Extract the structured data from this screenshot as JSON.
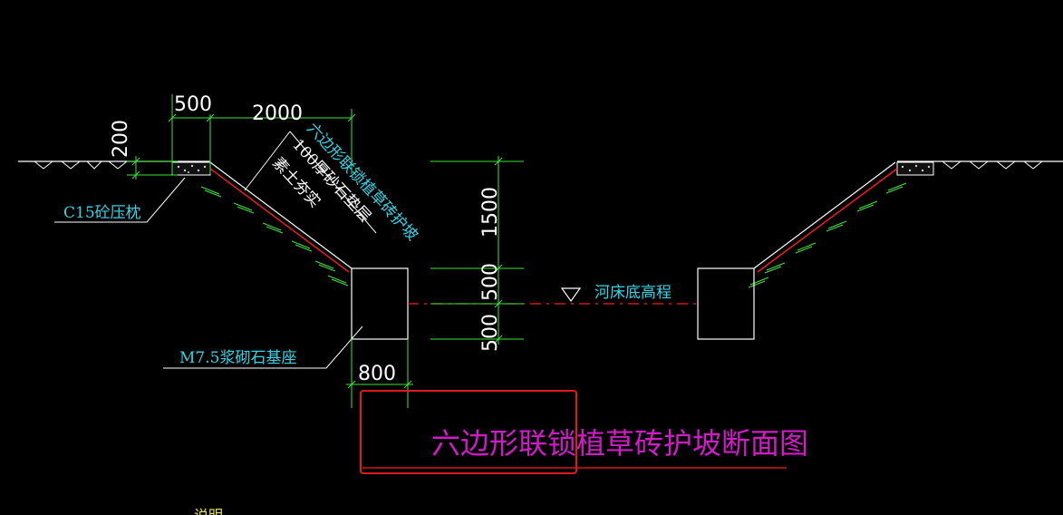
{
  "drawing": {
    "title": "六边形联锁植草砖护坡断面图",
    "dimensions": {
      "top_500": "500",
      "top_2000": "2000",
      "left_200": "200",
      "right_1500": "1500",
      "right_500_upper": "500",
      "right_500_lower": "500",
      "bottom_800": "800"
    },
    "labels": {
      "c15": "C15砼压枕",
      "m75": "M7.5浆砌石基座",
      "riverbed": "河床底高程",
      "layer1": "六边形联锁植草砖护坡",
      "layer2": "100厚砂石垫层",
      "layer3": "素土夯实",
      "bottom_partial": "说明"
    },
    "colors": {
      "background": "#000000",
      "dimension": "#39e639",
      "cyan_text": "#2fd6e8",
      "magenta_title": "#d21bc8",
      "red_line": "#ff1a1a",
      "highlight_box": "#e0191f",
      "outline": "#ffffff"
    }
  }
}
